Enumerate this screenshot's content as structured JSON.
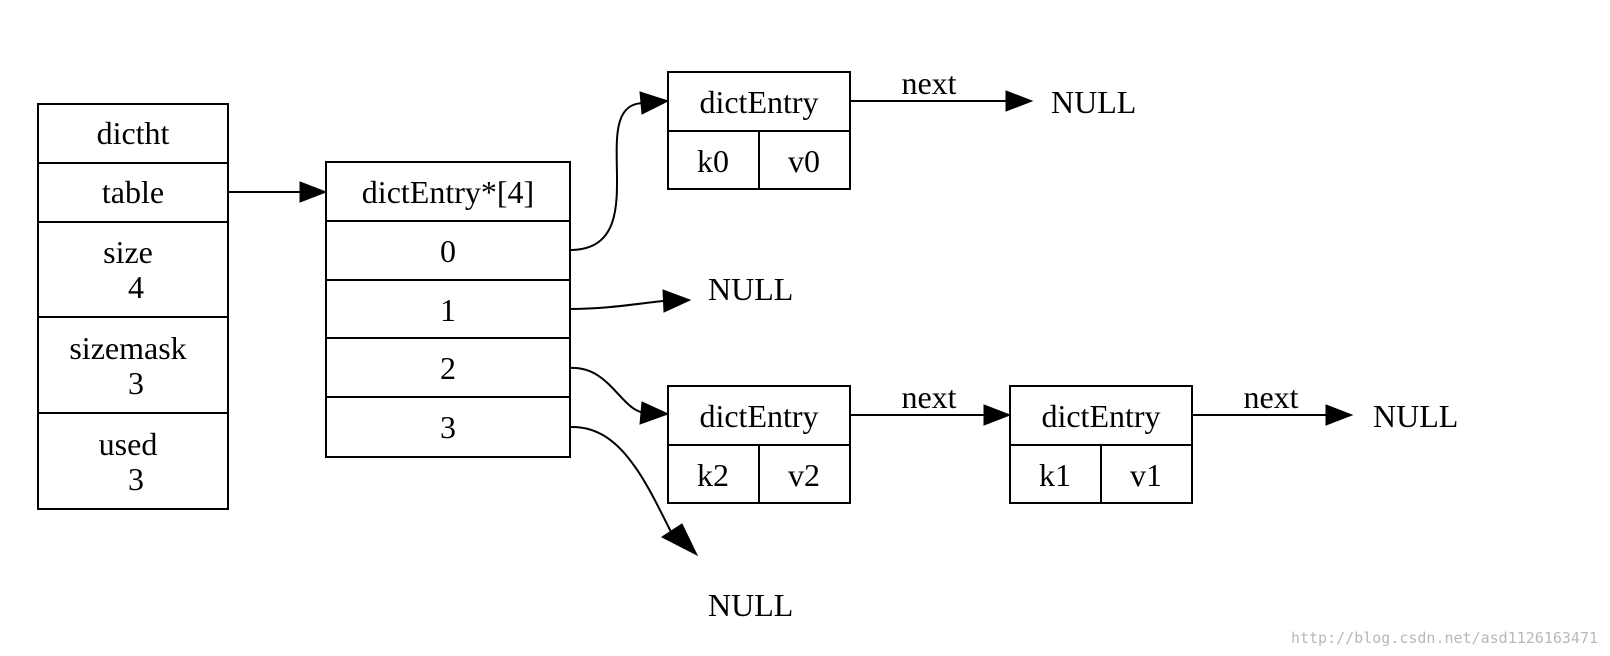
{
  "dictht": {
    "header": "dictht",
    "table": "table",
    "size_label": "size",
    "size_value": "4",
    "sizemask_label": "sizemask",
    "sizemask_value": "3",
    "used_label": "used",
    "used_value": "3"
  },
  "array": {
    "header": "dictEntry*[4]",
    "slots": [
      "0",
      "1",
      "2",
      "3"
    ]
  },
  "entries": {
    "e0": {
      "title": "dictEntry",
      "key": "k0",
      "value": "v0"
    },
    "e2": {
      "title": "dictEntry",
      "key": "k2",
      "value": "v2"
    },
    "e1": {
      "title": "dictEntry",
      "key": "k1",
      "value": "v1"
    }
  },
  "edges": {
    "next_label": "next",
    "null_label": "NULL"
  },
  "watermark": "http://blog.csdn.net/asd1126163471"
}
